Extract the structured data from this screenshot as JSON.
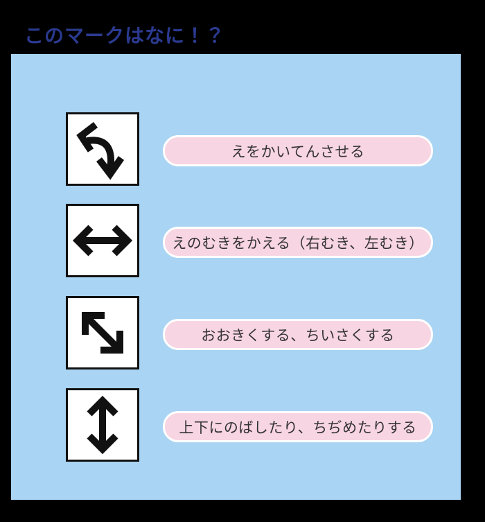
{
  "title": "このマークはなに！？",
  "colors": {
    "background": "#000000",
    "panel": "#a9d4f3",
    "label_bg": "#f8d5e2",
    "label_border": "#ffffff",
    "title_color": "#2b3a90",
    "text_color": "#333333",
    "icon_bg": "#ffffff",
    "icon_border": "#111111",
    "arrow": "#111111"
  },
  "rows": [
    {
      "icon": "rotate-arrow-icon",
      "label": "えをかいてんさせる"
    },
    {
      "icon": "horizontal-arrow-icon",
      "label": "えのむきをかえる（右むき、左むき）"
    },
    {
      "icon": "diagonal-arrow-icon",
      "label": "おおきくする、ちいさくする"
    },
    {
      "icon": "vertical-arrow-icon",
      "label": "上下にのばしたり、ちぢめたりする"
    }
  ]
}
